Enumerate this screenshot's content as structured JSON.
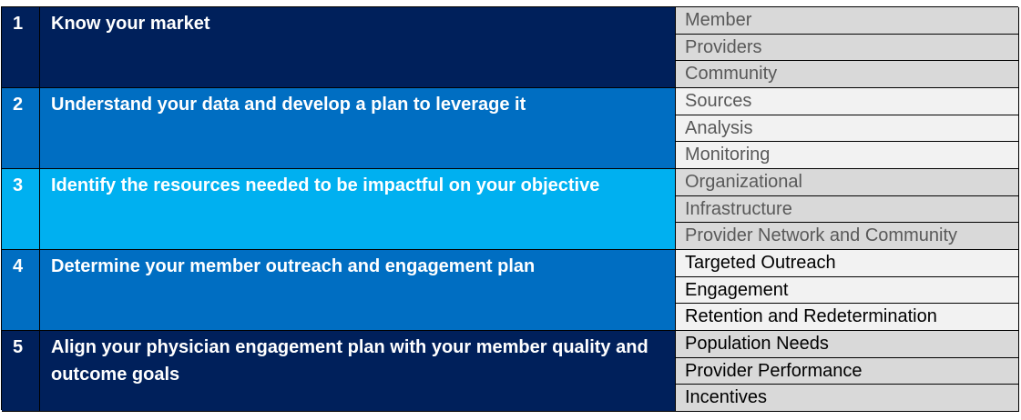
{
  "steps": [
    {
      "num": "1",
      "text": "Know your market",
      "bg": "#00205b",
      "sub_bg": "#d9d9d9",
      "sub_color": "#595959",
      "subs": [
        "Member",
        "Providers",
        "Community"
      ]
    },
    {
      "num": "2",
      "text": "Understand your data and develop a plan to leverage it",
      "bg": "#006ec2",
      "sub_bg": "#f2f2f2",
      "sub_color": "#595959",
      "subs": [
        "Sources",
        "Analysis",
        "Monitoring"
      ]
    },
    {
      "num": "3",
      "text": "Identify the resources needed to be impactful on your objective",
      "bg": "#00b0f0",
      "sub_bg": "#d9d9d9",
      "sub_color": "#595959",
      "subs": [
        "Organizational",
        "Infrastructure",
        "Provider Network and Community"
      ]
    },
    {
      "num": "4",
      "text": "Determine your member  outreach and engagement plan",
      "bg": "#006ec2",
      "sub_bg": "#f2f2f2",
      "sub_color": "#000000",
      "subs": [
        "Targeted Outreach",
        "Engagement",
        "Retention and Redetermination"
      ]
    },
    {
      "num": "5",
      "text": "Align your physician engagement plan with your member quality and outcome goals",
      "bg": "#00205b",
      "sub_bg": "#d9d9d9",
      "sub_color": "#000000",
      "subs": [
        "Population  Needs",
        "Provider Performance",
        "Incentives"
      ]
    }
  ]
}
